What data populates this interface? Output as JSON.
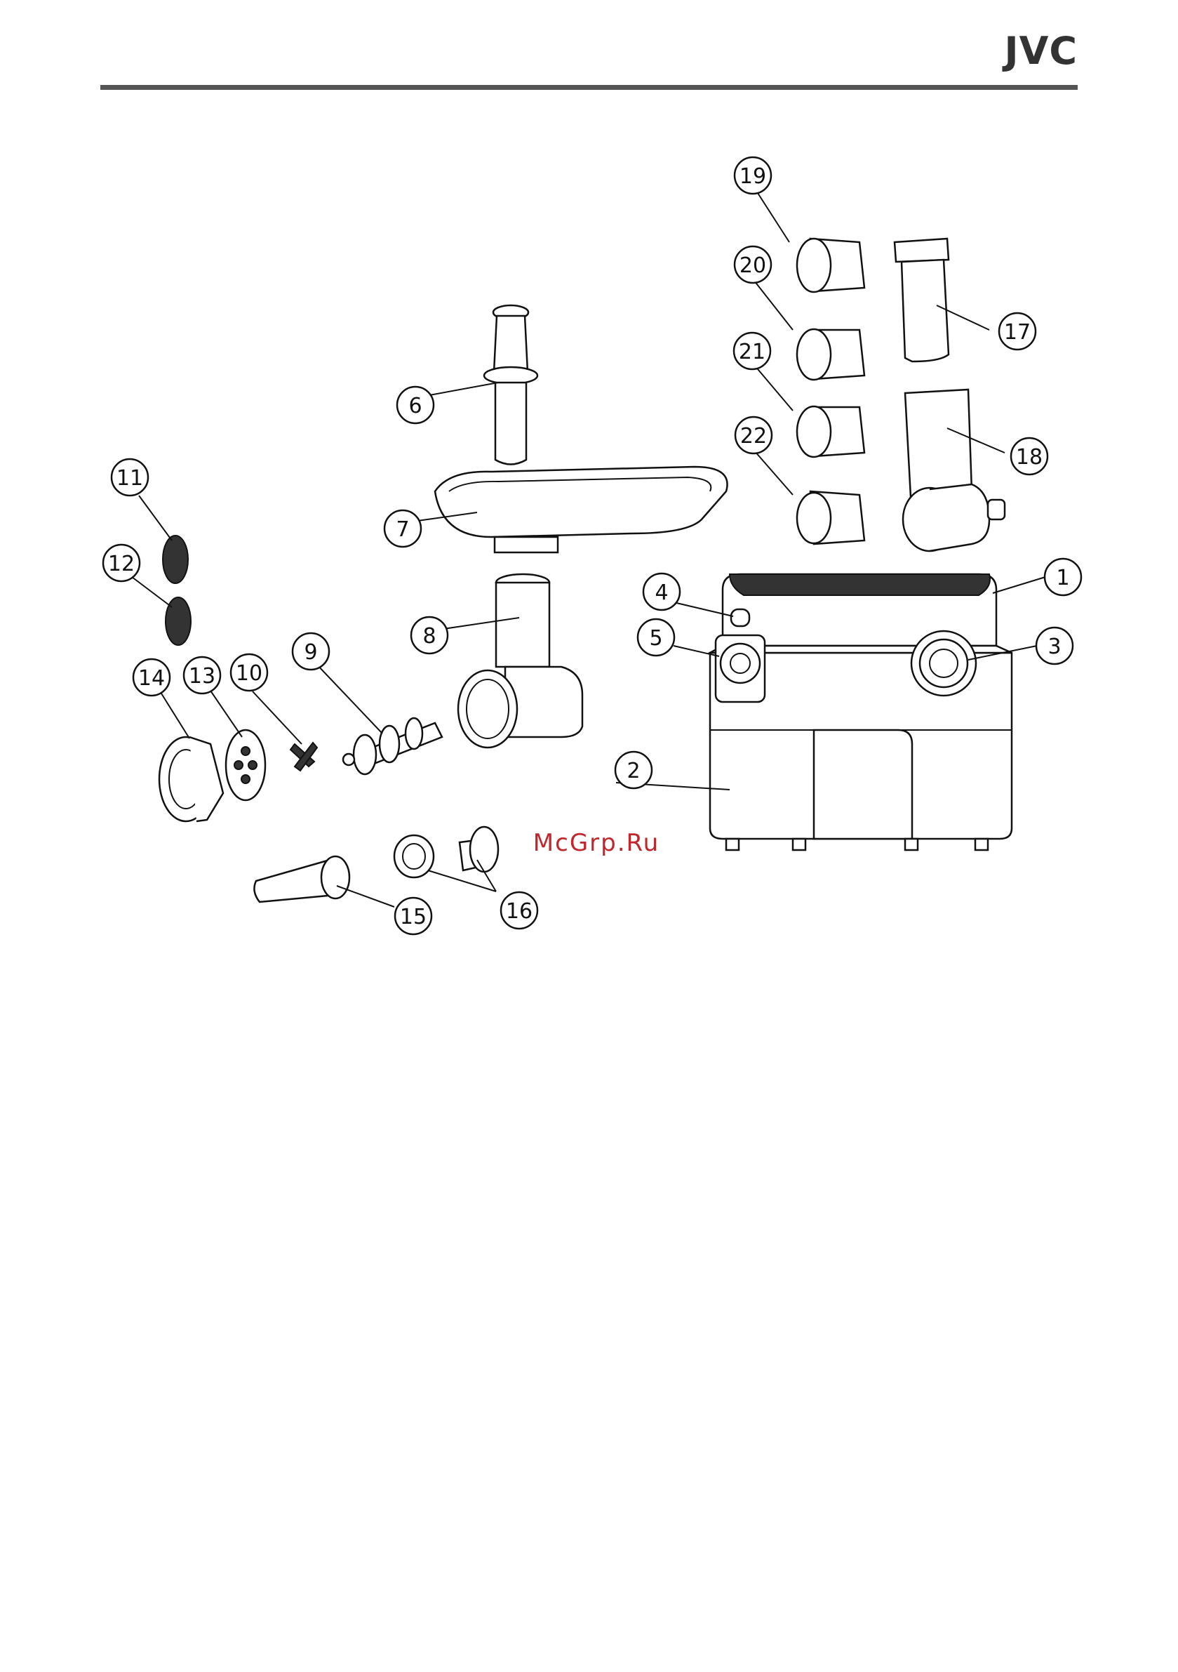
{
  "header": {
    "brand": "JVC"
  },
  "watermark": "McGrp.Ru",
  "callouts": [
    "1",
    "2",
    "3",
    "4",
    "5",
    "6",
    "7",
    "8",
    "9",
    "10",
    "11",
    "12",
    "13",
    "14",
    "15",
    "16",
    "17",
    "18",
    "19",
    "20",
    "21",
    "22"
  ]
}
